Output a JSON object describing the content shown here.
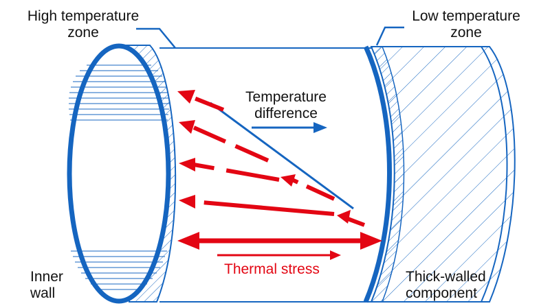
{
  "labels": {
    "high_zone": [
      "High temperature",
      "zone"
    ],
    "low_zone": [
      "Low temperature",
      "zone"
    ],
    "temp_diff": [
      "Temperature",
      "difference"
    ],
    "thermal_stress": "Thermal stress",
    "inner_wall": [
      "Inner",
      "wall"
    ],
    "thick_walled": [
      "Thick-walled",
      "component"
    ]
  },
  "colors": {
    "blue": "#1565c0",
    "red": "#e30613",
    "hatch": "#1565c0",
    "text": "#111111"
  }
}
